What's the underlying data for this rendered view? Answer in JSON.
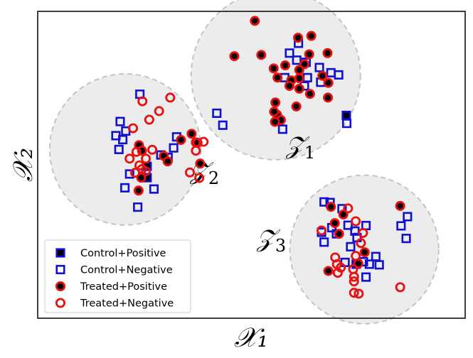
{
  "chart_data": {
    "type": "scatter",
    "title": "",
    "xlabel": "𝒳₁",
    "ylabel": "𝒳₂",
    "xlim": [
      0,
      100
    ],
    "ylim": [
      0,
      100
    ],
    "grid": false,
    "ticks": false,
    "legend_position": "lower-left",
    "clusters": [
      {
        "label": "𝒵",
        "subscript": "1",
        "center": [
          55.7,
          79.2
        ],
        "radius": 19.8
      },
      {
        "label": "𝒵",
        "subscript": "2",
        "center": [
          20.5,
          55.0
        ],
        "radius": 17.7
      },
      {
        "label": "𝒵",
        "subscript": "3",
        "center": [
          76.4,
          22.4
        ],
        "radius": 17.4
      }
    ],
    "series": [
      {
        "name": "Control+Positive",
        "marker": "square-filled",
        "edge": "#1010d0",
        "fill": "#000000",
        "points": [
          [
            72.2,
            66.1
          ],
          [
            25.6,
            49.5
          ],
          [
            25.6,
            45.8
          ],
          [
            74.5,
            17.6
          ]
        ]
      },
      {
        "name": "Control+Negative",
        "marker": "square-open",
        "edge": "#1010d0",
        "fill": "none",
        "points": [
          [
            23.9,
            73.0
          ],
          [
            19.3,
            64.1
          ],
          [
            20.6,
            61.0
          ],
          [
            19.9,
            58.2
          ],
          [
            18.3,
            59.5
          ],
          [
            19.0,
            55.0
          ],
          [
            32.5,
            59.1
          ],
          [
            31.8,
            55.5
          ],
          [
            30.5,
            52.4
          ],
          [
            28.8,
            53.2
          ],
          [
            21.5,
            47.0
          ],
          [
            20.4,
            42.5
          ],
          [
            27.2,
            42.1
          ],
          [
            23.4,
            36.2
          ],
          [
            41.9,
            66.8
          ],
          [
            43.3,
            62.9
          ],
          [
            58.9,
            86.4
          ],
          [
            60.6,
            84.1
          ],
          [
            61.0,
            89.6
          ],
          [
            62.8,
            83.4
          ],
          [
            65.9,
            81.7
          ],
          [
            63.1,
            78.4
          ],
          [
            62.4,
            75.7
          ],
          [
            66.2,
            76.9
          ],
          [
            68.6,
            80.0
          ],
          [
            70.4,
            79.3
          ],
          [
            57.8,
            78.4
          ],
          [
            57.3,
            61.6
          ],
          [
            72.3,
            63.5
          ],
          [
            67.0,
            37.9
          ],
          [
            68.4,
            37.7
          ],
          [
            71.2,
            35.7
          ],
          [
            68.8,
            29.5
          ],
          [
            66.4,
            28.0
          ],
          [
            67.0,
            24.8
          ],
          [
            69.9,
            27.5
          ],
          [
            72.6,
            30.3
          ],
          [
            74.2,
            28.4
          ],
          [
            74.7,
            26.3
          ],
          [
            73.2,
            23.3
          ],
          [
            76.8,
            30.2
          ],
          [
            79.1,
            20.1
          ],
          [
            76.2,
            18.4
          ],
          [
            77.6,
            17.6
          ],
          [
            79.9,
            17.4
          ],
          [
            85.0,
            30.1
          ],
          [
            86.2,
            26.0
          ],
          [
            86.5,
            33.1
          ],
          [
            71.9,
            18.2
          ],
          [
            76.8,
            13.4
          ]
        ]
      },
      {
        "name": "Treated+Positive",
        "marker": "circle-filled",
        "edge": "#e81010",
        "fill": "#000000",
        "points": [
          [
            50.8,
            96.9
          ],
          [
            46.0,
            85.4
          ],
          [
            52.3,
            85.8
          ],
          [
            60.9,
            91.4
          ],
          [
            63.5,
            86.0
          ],
          [
            64.0,
            92.0
          ],
          [
            62.4,
            82.8
          ],
          [
            55.2,
            81.4
          ],
          [
            56.1,
            78.4
          ],
          [
            59.3,
            77.5
          ],
          [
            61.2,
            74.8
          ],
          [
            61.2,
            80.9
          ],
          [
            58.9,
            75.7
          ],
          [
            67.8,
            86.4
          ],
          [
            66.6,
            79.0
          ],
          [
            68.0,
            76.7
          ],
          [
            67.9,
            71.9
          ],
          [
            63.7,
            73.1
          ],
          [
            55.6,
            70.3
          ],
          [
            56.0,
            66.3
          ],
          [
            56.9,
            64.6
          ],
          [
            60.5,
            69.0
          ],
          [
            55.5,
            64.0
          ],
          [
            55.3,
            67.3
          ],
          [
            61.2,
            78.2
          ],
          [
            57.9,
            82.4
          ],
          [
            33.5,
            58.1
          ],
          [
            36.0,
            60.1
          ],
          [
            37.0,
            57.3
          ],
          [
            23.7,
            56.4
          ],
          [
            24.4,
            54.6
          ],
          [
            38.0,
            50.4
          ],
          [
            23.6,
            41.6
          ],
          [
            24.2,
            45.8
          ],
          [
            29.5,
            52.9
          ],
          [
            30.4,
            51.1
          ],
          [
            68.6,
            36.3
          ],
          [
            84.8,
            36.6
          ],
          [
            71.5,
            33.8
          ],
          [
            69.5,
            31.0
          ],
          [
            70.5,
            27.5
          ],
          [
            68.0,
            15.4
          ],
          [
            75.0,
            17.8
          ],
          [
            76.5,
            21.5
          ]
        ]
      },
      {
        "name": "Treated+Negative",
        "marker": "circle-open",
        "edge": "#e81010",
        "fill": "none",
        "points": [
          [
            24.5,
            70.7
          ],
          [
            31.0,
            71.9
          ],
          [
            28.4,
            67.5
          ],
          [
            26.1,
            64.7
          ],
          [
            22.3,
            61.9
          ],
          [
            37.4,
            57.2
          ],
          [
            37.0,
            54.6
          ],
          [
            38.8,
            57.5
          ],
          [
            26.8,
            54.9
          ],
          [
            25.3,
            52.0
          ],
          [
            23.1,
            54.2
          ],
          [
            21.5,
            52.0
          ],
          [
            24.4,
            48.6
          ],
          [
            22.8,
            47.4
          ],
          [
            35.6,
            47.5
          ],
          [
            37.8,
            45.7
          ],
          [
            23.8,
            49.8
          ],
          [
            25.3,
            47.9
          ],
          [
            72.6,
            35.8
          ],
          [
            74.4,
            31.6
          ],
          [
            76.1,
            27.8
          ],
          [
            75.6,
            24.5
          ],
          [
            74.4,
            20.3
          ],
          [
            69.6,
            19.8
          ],
          [
            70.0,
            17.6
          ],
          [
            73.8,
            16.0
          ],
          [
            74.0,
            12.0
          ],
          [
            74.0,
            13.5
          ],
          [
            74.0,
            8.3
          ],
          [
            75.1,
            8.0
          ],
          [
            84.8,
            10.1
          ],
          [
            66.4,
            28.6
          ],
          [
            70.2,
            14.8
          ],
          [
            70.9,
            16.5
          ]
        ]
      }
    ]
  }
}
